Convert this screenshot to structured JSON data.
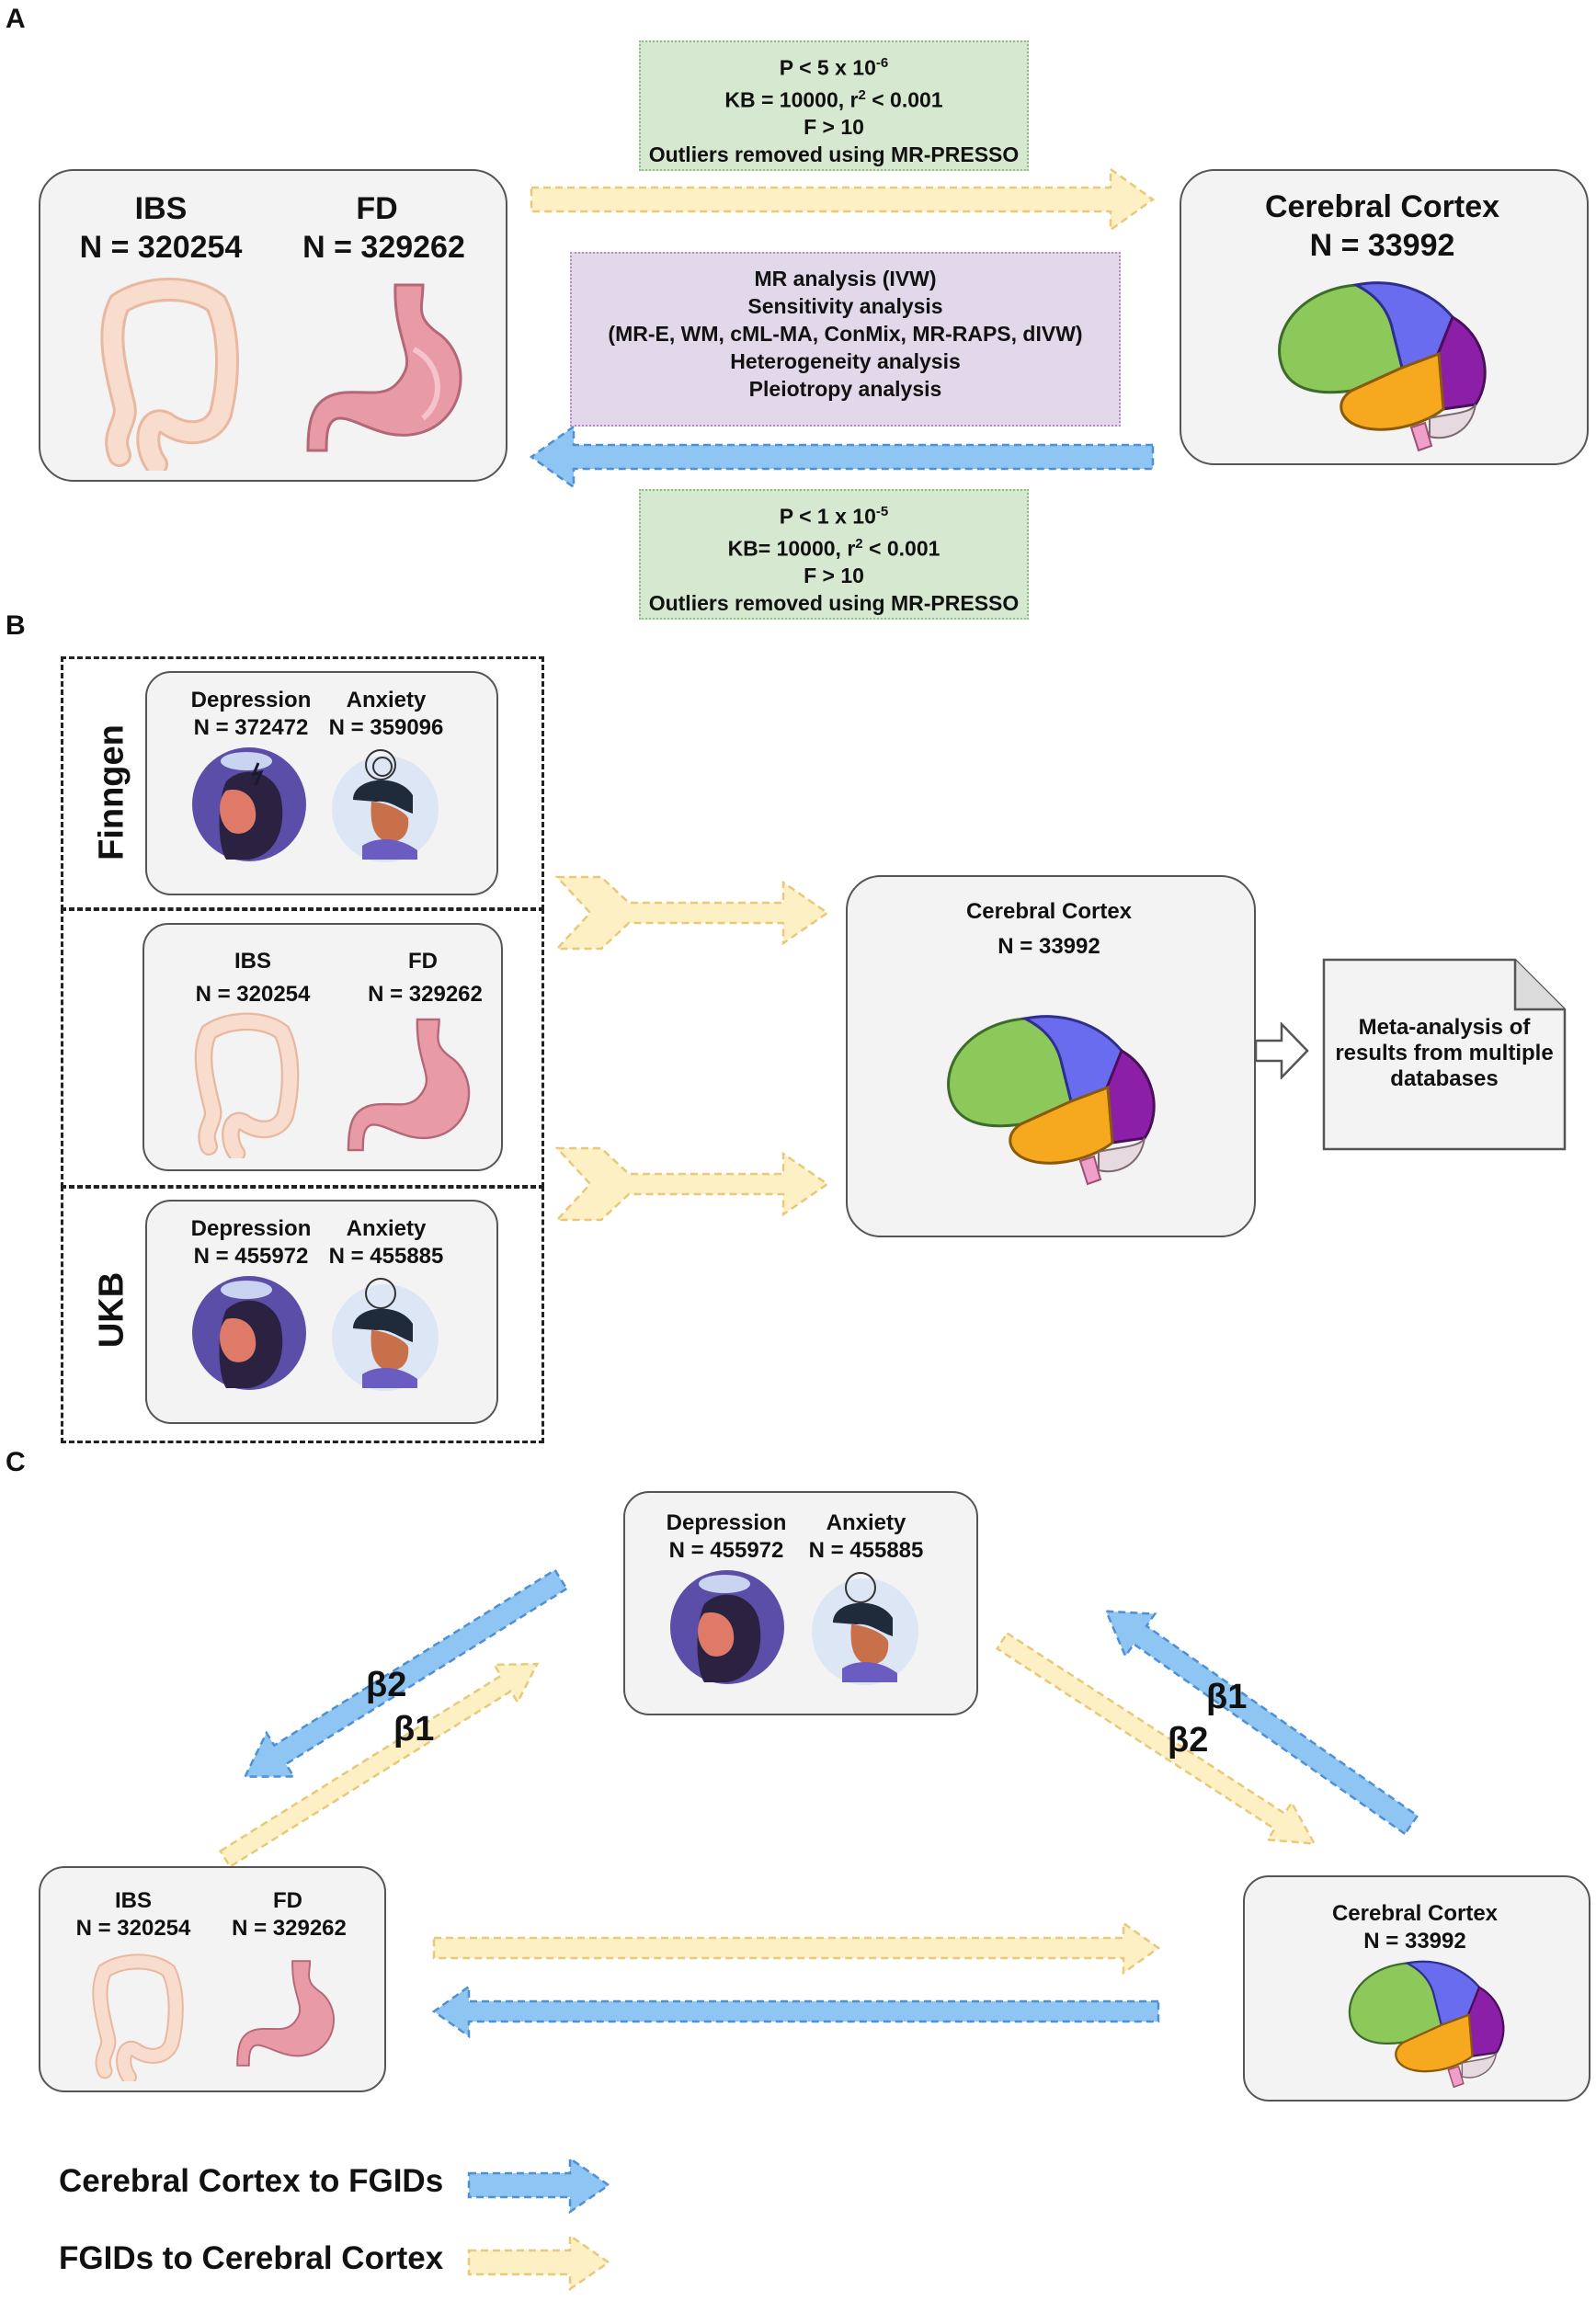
{
  "panels": {
    "a": "A",
    "b": "B",
    "c": "C"
  },
  "a": {
    "ibs_label": "IBS",
    "ibs_n": "N = 320254",
    "fd_label": "FD",
    "fd_n": "N = 329262",
    "cortex_label": "Cerebral Cortex",
    "cortex_n": "N = 33992",
    "top_note": {
      "p_prefix": "P < 5 x 10",
      "p_exp": "-6",
      "kb_prefix": "KB = 10000, r",
      "kb_sup": "2",
      "kb_suffix": " < 0.001",
      "f": "F > 10",
      "outliers": "Outliers removed using MR-PRESSO"
    },
    "mid_note": [
      "MR analysis (IVW)",
      "Sensitivity analysis",
      "(MR-E, WM, cML-MA, ConMix, MR-RAPS, dIVW)",
      "Heterogeneity analysis",
      "Pleiotropy analysis"
    ],
    "bottom_note": {
      "p_prefix": "P < 1 x 10",
      "p_exp": "-5",
      "kb_prefix": "KB= 10000, r",
      "kb_sup": "2",
      "kb_suffix": " < 0.001",
      "f": "F > 10",
      "outliers": "Outliers removed using MR-PRESSO"
    }
  },
  "b": {
    "finngen": "Finngen",
    "ukb": "UKB",
    "finngen_dep": "Depression",
    "finngen_dep_n": "N = 372472",
    "finngen_anx": "Anxiety",
    "finngen_anx_n": "N = 359096",
    "ibs": "IBS",
    "ibs_n": "N = 320254",
    "fd": "FD",
    "fd_n": "N = 329262",
    "ukb_dep": "Depression",
    "ukb_dep_n": "N = 455972",
    "ukb_anx": "Anxiety",
    "ukb_anx_n": "N = 455885",
    "cortex": "Cerebral Cortex",
    "cortex_n": "N = 33992",
    "meta": [
      "Meta-analysis of",
      "results from multiple",
      "databases"
    ]
  },
  "c": {
    "dep": "Depression",
    "dep_n": "N = 455972",
    "anx": "Anxiety",
    "anx_n": "N = 455885",
    "ibs": "IBS",
    "ibs_n": "N = 320254",
    "fd": "FD",
    "fd_n": "N = 329262",
    "cortex": "Cerebral Cortex",
    "cortex_n": "N = 33992",
    "beta_left_blue": "β2",
    "beta_left_yellow": "β1",
    "beta_right_blue": "β1",
    "beta_right_yellow": "β2"
  },
  "legend": {
    "blue_label": "Cerebral Cortex to FGIDs",
    "yellow_label": "FGIDs to Cerebral Cortex"
  },
  "colors": {
    "blue_arrow": "#8ec5f2",
    "blue_edge": "#4f8fd6",
    "yellow_arrow": "#fdf0c4",
    "yellow_edge": "#e8c97a",
    "brain_green": "#8cc85a",
    "brain_blue": "#6a6cf0",
    "brain_orange": "#f6a81f",
    "brain_purple": "#8b1fa8",
    "brain_pink": "#f0a0c8",
    "stomach": "#e89aa7",
    "colon": "#f6d6c6"
  }
}
